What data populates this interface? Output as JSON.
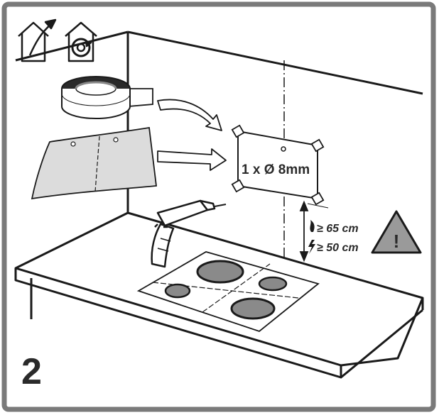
{
  "step_number": "2",
  "hole_spec": "1 x Ø 8mm",
  "clearance_gas": "≥ 65 cm",
  "clearance_electric": "≥ 50 cm",
  "warning_symbol": "!",
  "icons": [
    "extraction-mode-icon",
    "recirculation-mode-icon",
    "tape-roll-icon",
    "drilling-template-icon",
    "drill-icon",
    "warning-triangle-icon",
    "gas-flame-icon",
    "electric-bolt-icon"
  ],
  "colors": {
    "frame": "#7a7a7a",
    "line": "#1a1a1a",
    "burner": "#8a8a8a",
    "paper": "#dcdcdc",
    "warning_fill": "#9a9a9a"
  }
}
